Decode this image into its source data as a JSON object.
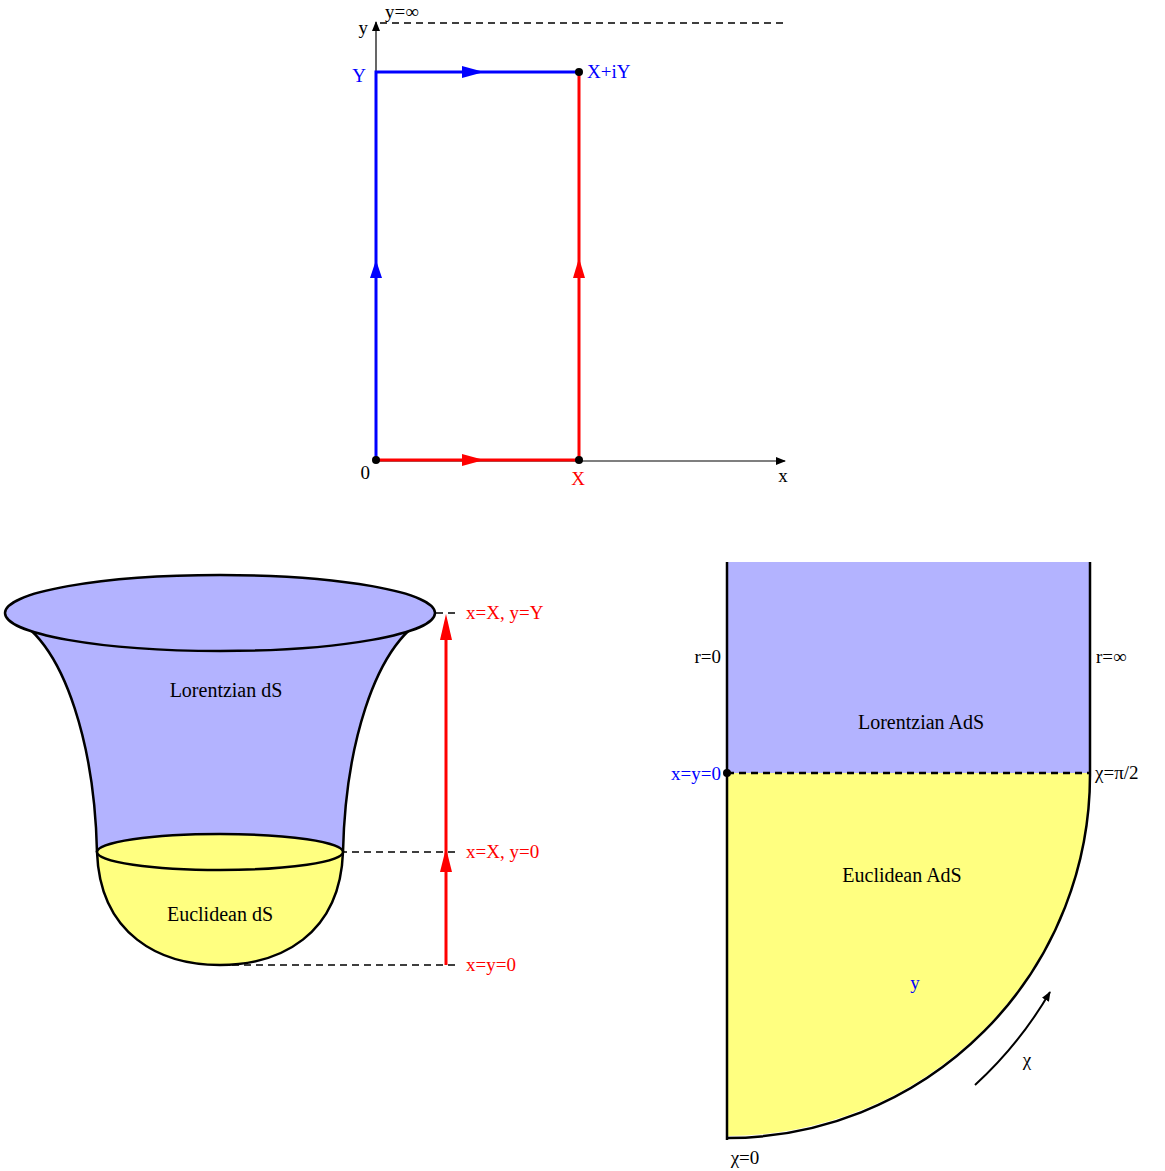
{
  "diagram": {
    "nodes": [
      {
        "text": [
          "Lorentzian dS"
        ]
      },
      {
        "text": [
          "Euclidean dS"
        ]
      },
      {
        "text": [
          "Lorentzian AdS"
        ]
      },
      {
        "text": [
          "Euclidean AdS"
        ]
      }
    ],
    "labels": [
      "y=∞",
      "y",
      "Y",
      "X+iY",
      "0",
      "X",
      "x",
      "x=X, y=Y",
      "x=X, y=0",
      "x=y=0",
      "r=0",
      "r=∞",
      "x=y=0",
      "χ=π/2",
      "y",
      "χ",
      "χ=0"
    ]
  }
}
